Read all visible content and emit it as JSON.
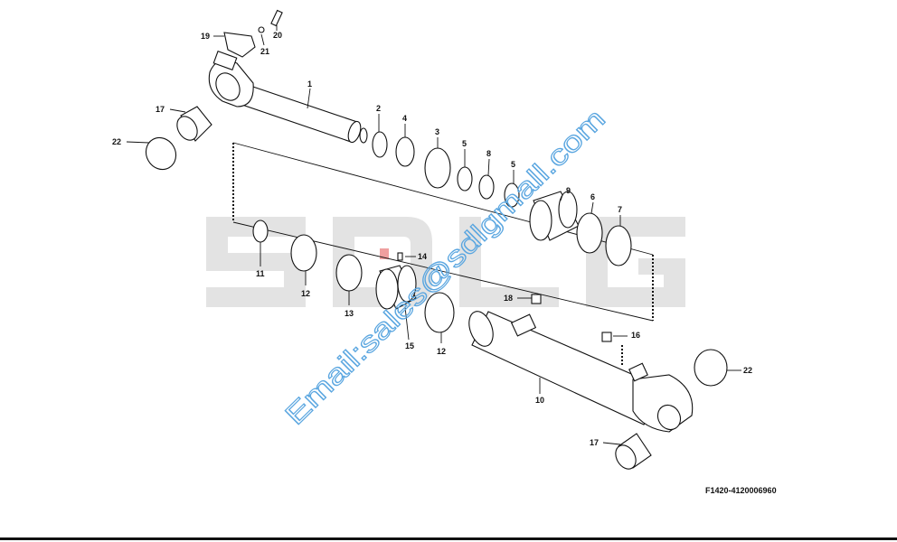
{
  "diagram": {
    "figure_id": "F1420-4120006960",
    "watermark_logo": "SDLG",
    "watermark_email": "Email:sales@sdlgmall.com",
    "colors": {
      "watermark_logo": "#e3e3e3",
      "watermark_email": "#5aa6e0",
      "logo_accent": "#e04040"
    },
    "callouts": {
      "c19": "19",
      "c20": "20",
      "c21": "21",
      "c1": "1",
      "c17a": "17",
      "c22a": "22",
      "c2": "2",
      "c4": "4",
      "c3": "3",
      "c5a": "5",
      "c8": "8",
      "c5b": "5",
      "c9": "9",
      "c6": "6",
      "c7": "7",
      "c11": "11",
      "c12a": "12",
      "c13": "13",
      "c14": "14",
      "c15": "15",
      "c12b": "12",
      "c18": "18",
      "c16": "16",
      "c10": "10",
      "c22b": "22",
      "c17b": "17"
    }
  }
}
